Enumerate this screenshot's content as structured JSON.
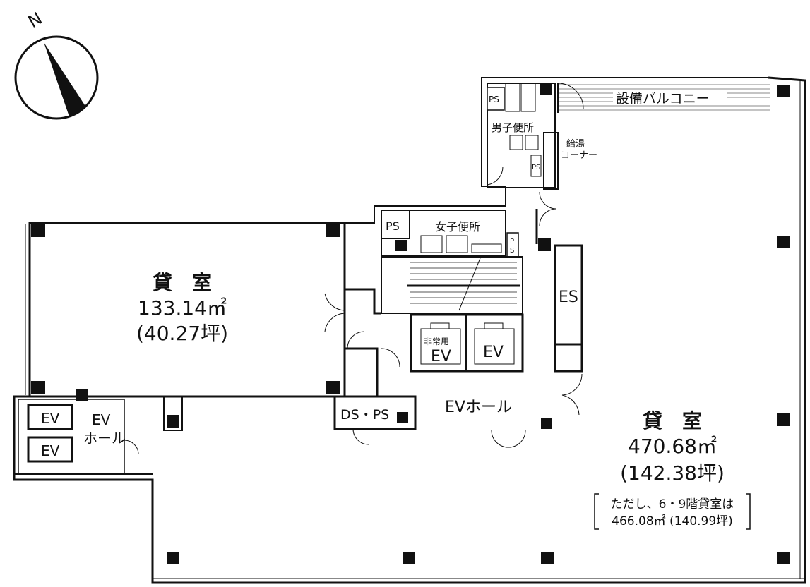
{
  "compass": {
    "north_label": "N"
  },
  "rooms": {
    "office_west": {
      "name": "貸　室",
      "area": "133.14㎡",
      "tsubo": "(40.27坪)"
    },
    "office_east": {
      "name": "貸　室",
      "area": "470.68㎡",
      "tsubo": "(142.38坪)",
      "note_line1": "ただし、6・9階貸室は",
      "note_line2": "466.08㎡ (140.99坪)"
    }
  },
  "labels": {
    "balcony": "設備バルコニー",
    "mens_toilet": "男子便所",
    "kyuto": "給湯",
    "corner": "コーナー",
    "womens_toilet": "女子便所",
    "ps": "PS",
    "ps_v1": "P",
    "ps_v2": "S",
    "es": "ES",
    "emergency": "非常用",
    "ev": "EV",
    "ev_hall": "EVホール",
    "ev_hall_west_1": "EV",
    "ev_hall_west_2": "ホール",
    "ds_ps": "DS・PS"
  }
}
